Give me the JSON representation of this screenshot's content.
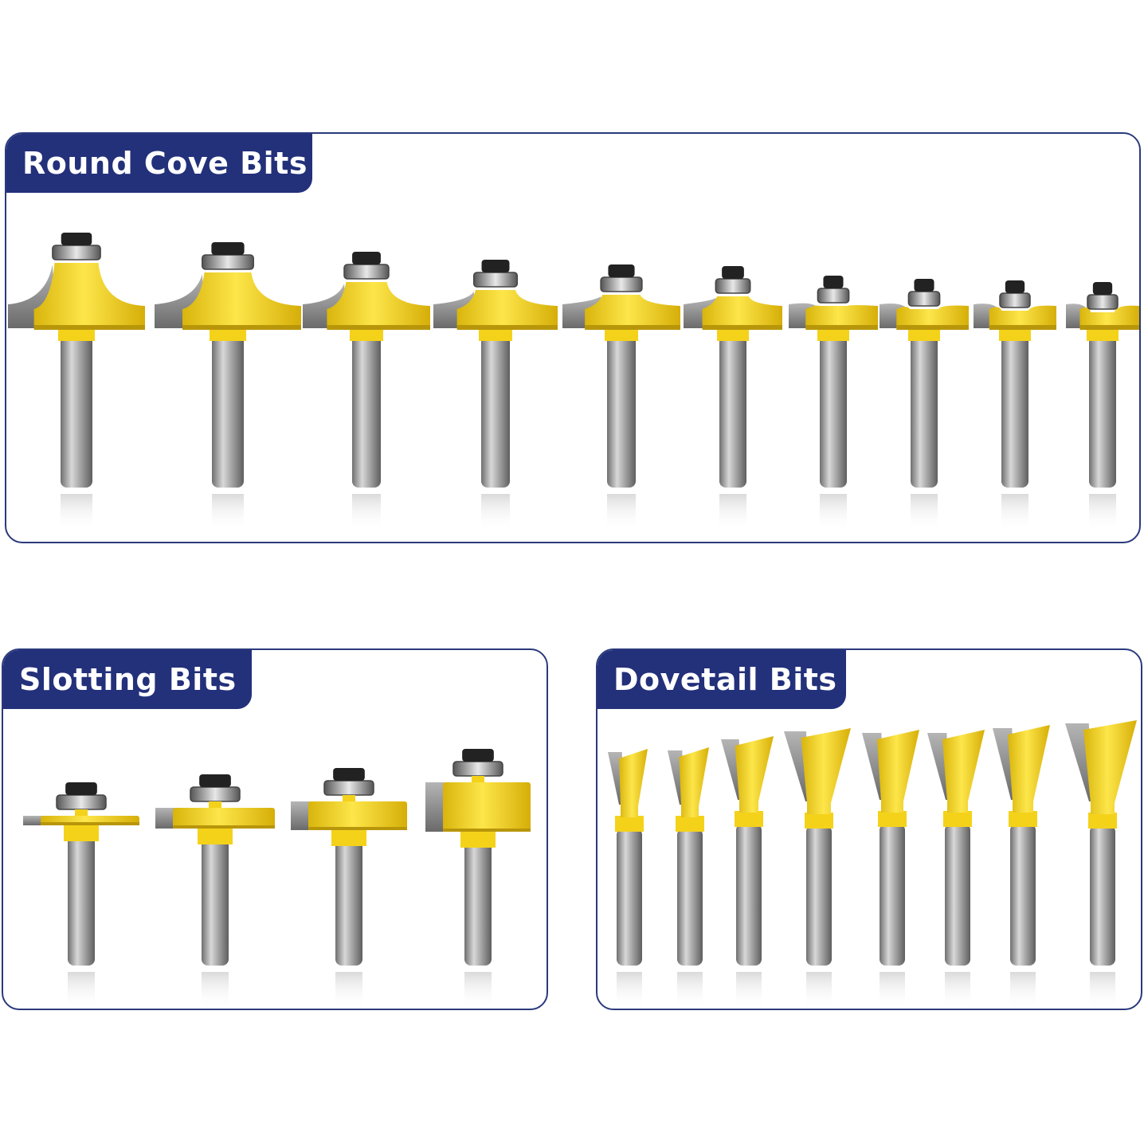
{
  "sections": {
    "round_cove": {
      "title": "Round Cove Bits",
      "count": 10
    },
    "slotting": {
      "title": "Slotting Bits",
      "count": 4
    },
    "dovetail": {
      "title": "Dovetail Bits",
      "count": 8
    }
  },
  "colors": {
    "panel_border": "#2a3a7c",
    "tag_background": "#23307a",
    "tag_text": "#ffffff",
    "cutter_yellow": "#f4d21a",
    "carbide_gray": "#8a8a8a",
    "shank_gray": "#9a9a9a",
    "bearing_dark": "#222222"
  }
}
